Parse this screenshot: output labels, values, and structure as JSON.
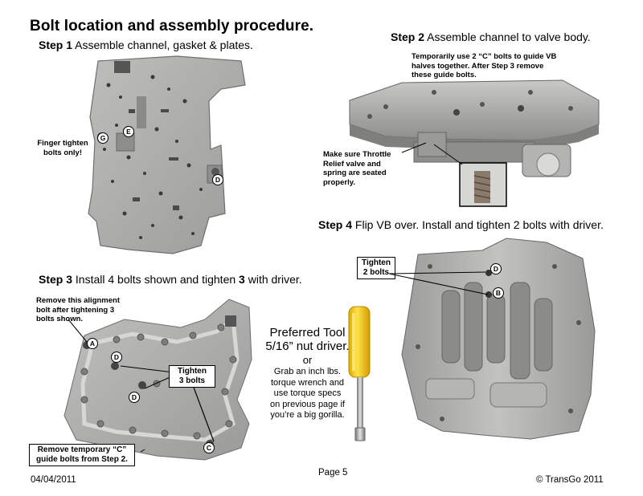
{
  "page": {
    "title": "Bolt location and assembly procedure.",
    "footer": {
      "date": "04/04/2011",
      "page": "Page 5",
      "copyright": "© TransGo 2011"
    }
  },
  "step1": {
    "num": "Step 1",
    "text": " Assemble channel, gasket & plates.",
    "note": [
      "Finger tighten",
      "bolts only!"
    ],
    "callouts": [
      "G",
      "E",
      "D"
    ]
  },
  "step2": {
    "num": "Step 2",
    "text": " Assemble channel to valve body.",
    "note_top": [
      "Temporarily use 2 “C” bolts to guide VB",
      "halves together.  After Step 3 remove",
      "these guide bolts."
    ],
    "note_left": [
      "Make sure Throttle",
      "Relief valve and",
      "spring are seated",
      "properly."
    ]
  },
  "step3": {
    "num": "Step 3",
    "text": " Install 4 bolts shown and tighten ",
    "bold3": "3",
    "text2": " with driver.",
    "note_top": [
      "Remove this alignment",
      "bolt after tightening 3",
      "bolts shown."
    ],
    "tighten": [
      "Tighten",
      "3 bolts"
    ],
    "remove": [
      "Remove temporary “C”",
      "guide bolts from Step 2."
    ],
    "callouts": [
      "A",
      "D",
      "D",
      "C"
    ]
  },
  "step4": {
    "num": "Step 4",
    "text": " Flip VB over. Install and tighten 2 bolts with driver.",
    "tighten": [
      "Tighten",
      "2 bolts"
    ],
    "callouts": [
      "D",
      "B"
    ]
  },
  "tool": {
    "line1": "Preferred Tool",
    "line2": "5/16” nut driver.",
    "or": "or",
    "desc": [
      "Grab an inch lbs.",
      "torque wrench and",
      "use torque specs",
      "on previous page if",
      "you’re a big gorilla."
    ]
  },
  "colors": {
    "metal": "#a9a9a7",
    "metal_dark": "#7c7c7a",
    "handle": "#f2c500"
  }
}
